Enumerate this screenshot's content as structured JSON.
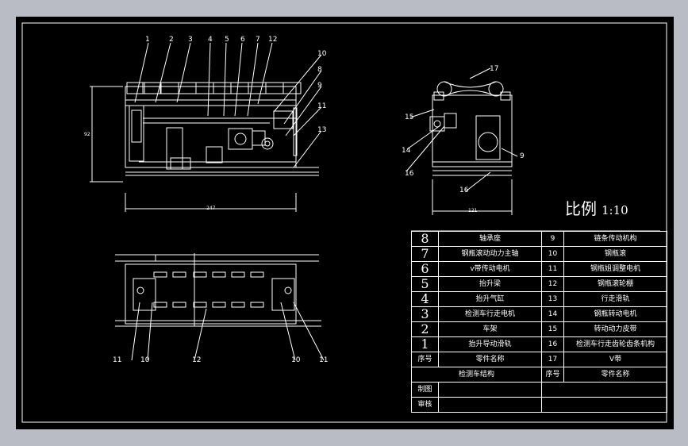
{
  "scale": {
    "label": "比例",
    "value": "1:10"
  },
  "front_view": {
    "callouts": [
      "1",
      "2",
      "3",
      "4",
      "5",
      "6",
      "7",
      "12",
      "10",
      "8",
      "9",
      "11",
      "13"
    ],
    "dim_width": "247",
    "dim_height": "92"
  },
  "side_view": {
    "callouts": [
      "17",
      "15",
      "14",
      "16",
      "9",
      "16"
    ],
    "dim_width": "121"
  },
  "plan_view": {
    "callouts": [
      "11",
      "10",
      "12",
      "10",
      "11"
    ]
  },
  "bom": {
    "rows": [
      {
        "no_left": "8",
        "name_left": "轴承座",
        "no_right": "9",
        "name_right": "链条传动机构"
      },
      {
        "no_left": "7",
        "name_left": "钢瓶滚动动力主轴",
        "no_right": "10",
        "name_right": "钢瓶滚"
      },
      {
        "no_left": "6",
        "name_left": "v带传动电机",
        "no_right": "11",
        "name_right": "钢瓶姐调整电机"
      },
      {
        "no_left": "5",
        "name_left": "抬升梁",
        "no_right": "12",
        "name_right": "钢瓶滚轮棚"
      },
      {
        "no_left": "4",
        "name_left": "抬升气缸",
        "no_right": "13",
        "name_right": "行走滑轨"
      },
      {
        "no_left": "3",
        "name_left": "检测车行走电机",
        "no_right": "14",
        "name_right": "钢瓶转动电机"
      },
      {
        "no_left": "2",
        "name_left": "车架",
        "no_right": "15",
        "name_right": "转动动力皮带"
      },
      {
        "no_left": "1",
        "name_left": "抬升导动滑轨",
        "no_right": "16",
        "name_right": "检测车行走齿轮齿条机构"
      }
    ],
    "header_seq_left": "序号",
    "header_name_left": "零件名称",
    "row17_no": "17",
    "row17_name": "V带",
    "title": "检测车结构",
    "header_seq_right": "序号",
    "header_name_right": "零件名称",
    "drawn_by": "制图",
    "checked_by": "审核"
  },
  "colors": {
    "background": "#000000",
    "line": "#ffffff",
    "frame": "#b9bcc5"
  }
}
